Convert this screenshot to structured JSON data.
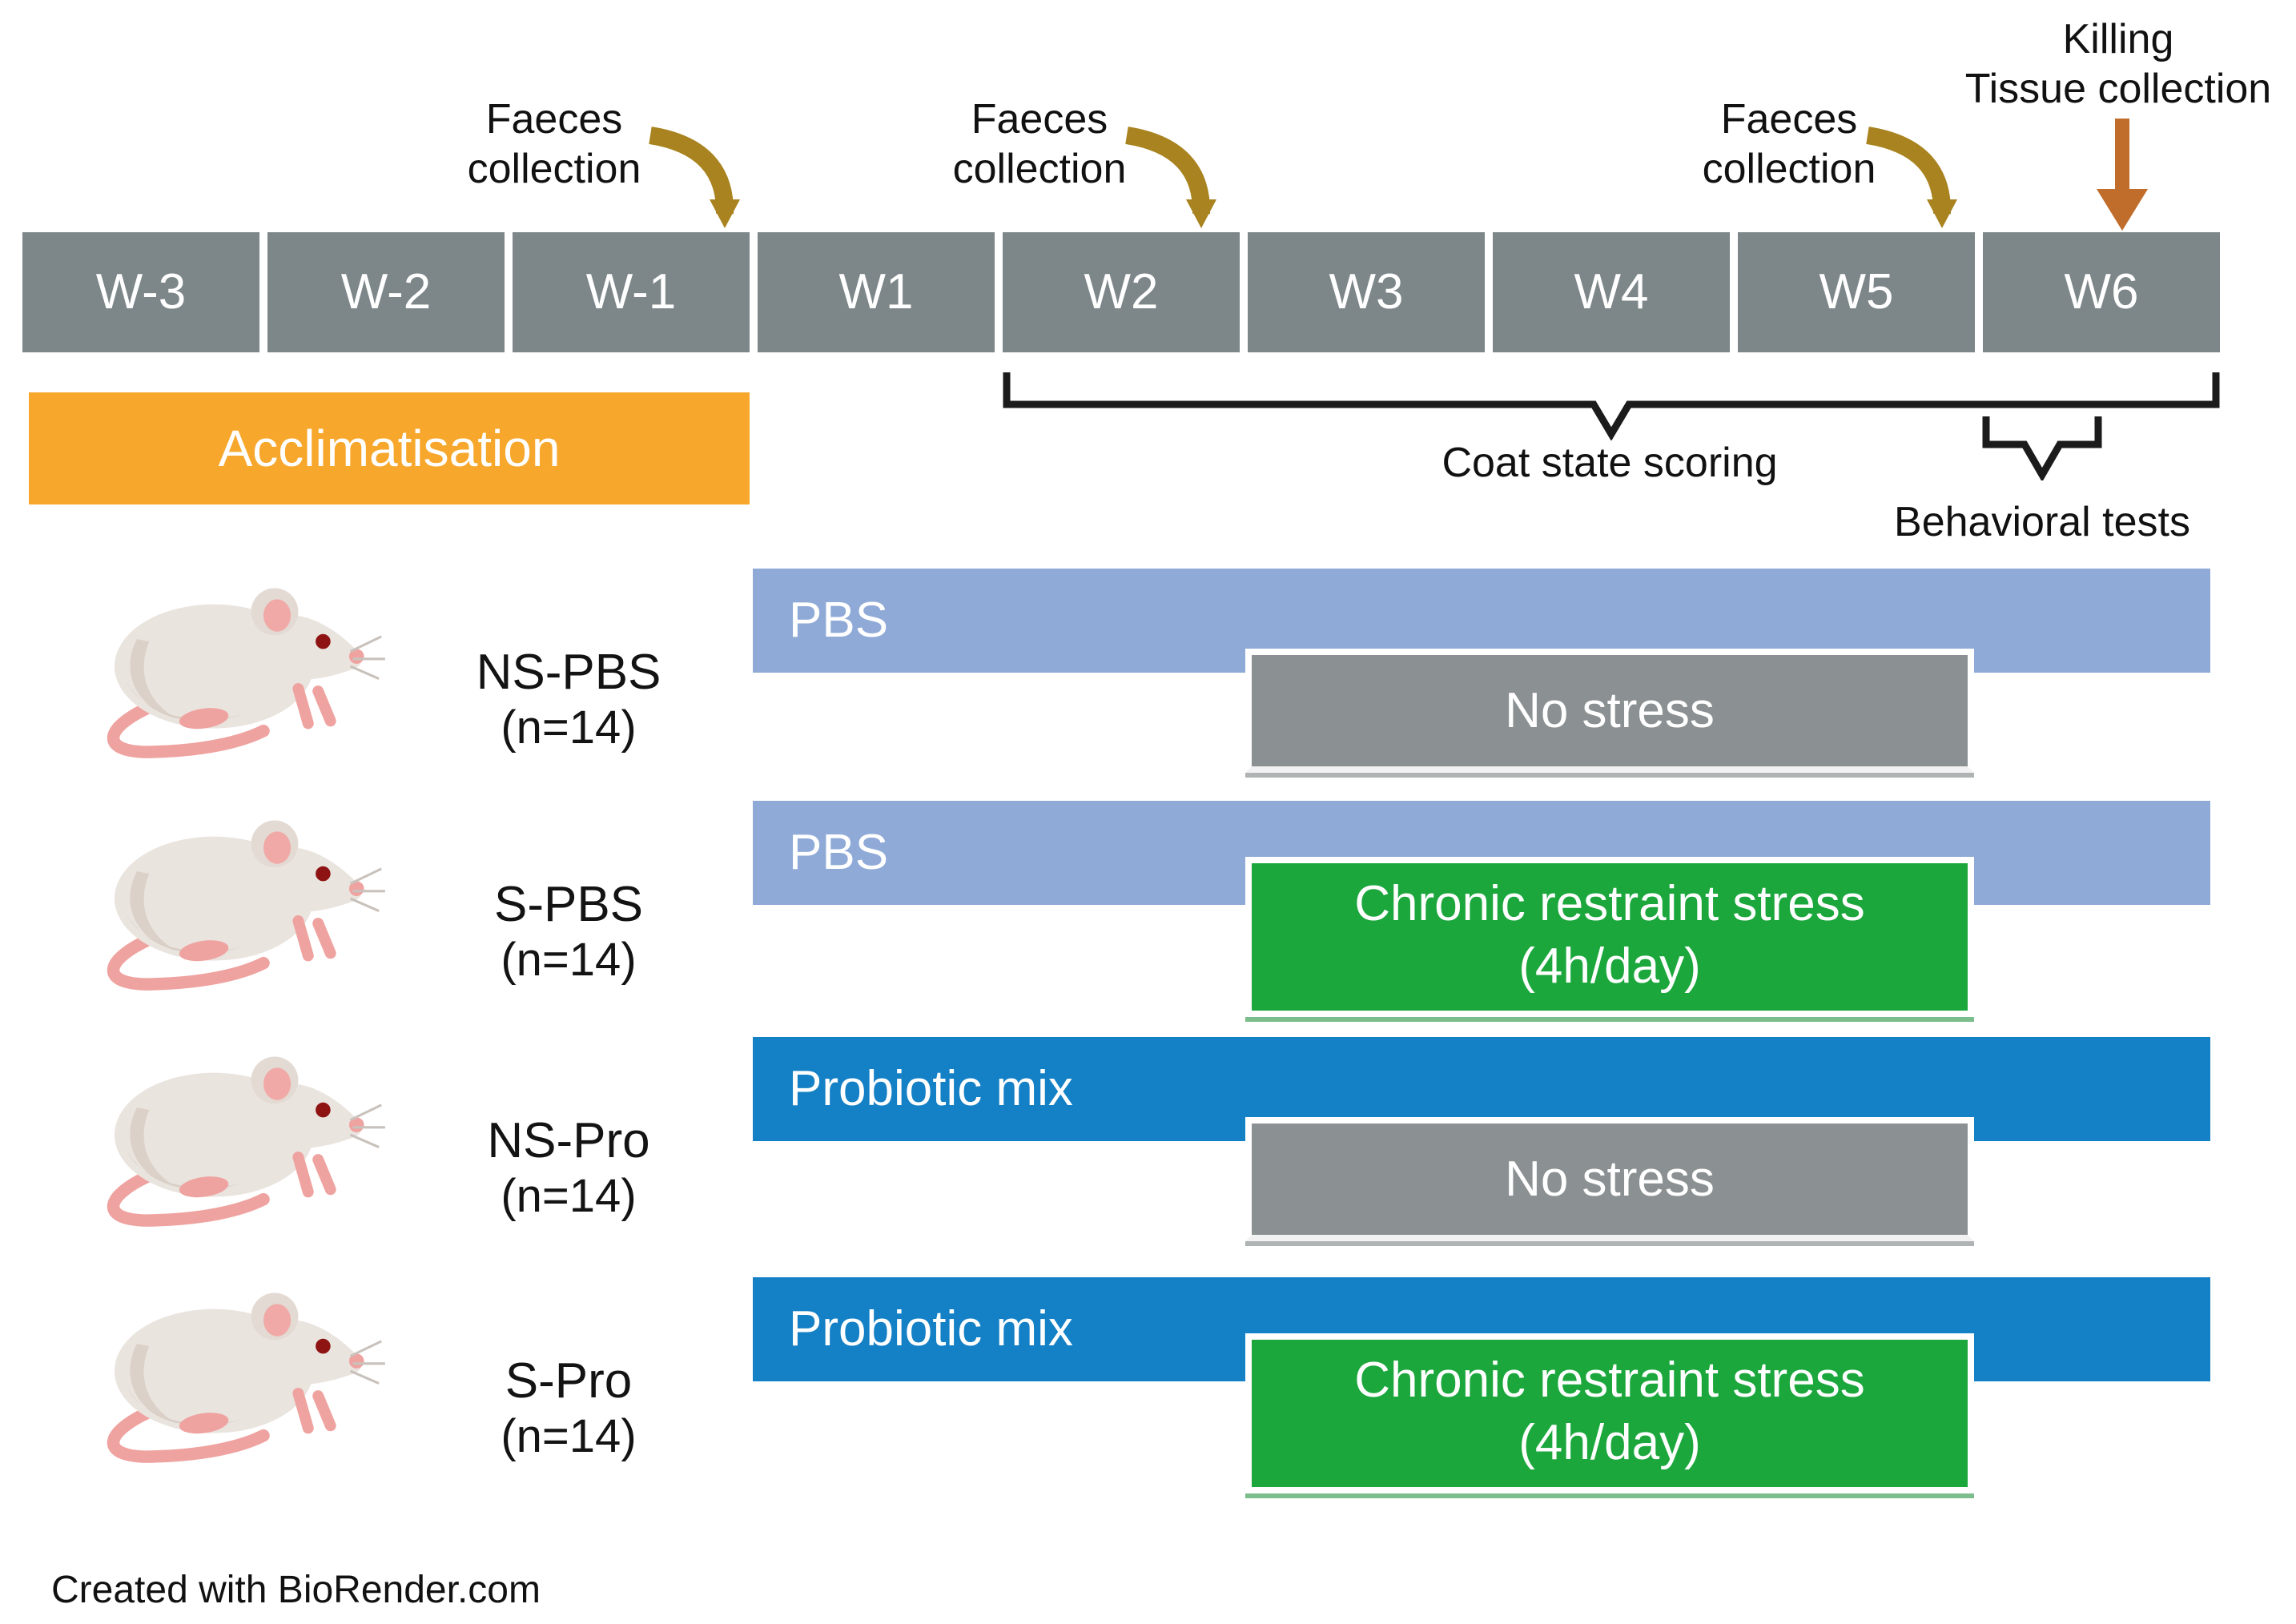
{
  "annotations": {
    "faeces_line1": "Faeces",
    "faeces_line2": "collection",
    "killing_line1": "Killing",
    "killing_line2": "Tissue collection",
    "coat_state_scoring": "Coat state scoring",
    "behavioral_tests": "Behavioral tests"
  },
  "timeline": {
    "weeks": [
      "W-3",
      "W-2",
      "W-1",
      "W1",
      "W2",
      "W3",
      "W4",
      "W5",
      "W6"
    ],
    "acclimatisation": "Acclimatisation"
  },
  "groups": [
    {
      "name": "NS-PBS",
      "n": "(n=14)",
      "treatment": "PBS",
      "stress": "No stress"
    },
    {
      "name": "S-PBS",
      "n": "(n=14)",
      "treatment": "PBS",
      "stress_line1": "Chronic restraint stress",
      "stress_line2": "(4h/day)"
    },
    {
      "name": "NS-Pro",
      "n": "(n=14)",
      "treatment": "Probiotic mix",
      "stress": "No stress"
    },
    {
      "name": "S-Pro",
      "n": "(n=14)",
      "treatment": "Probiotic mix",
      "stress_line1": "Chronic restraint stress",
      "stress_line2": "(4h/day)"
    }
  ],
  "footer": "Created with BioRender.com",
  "colors": {
    "week-gray": "#7D8689",
    "accl-orange": "#F7A82C",
    "pbs-blue": "#8FAAD7",
    "pro-blue": "#1480C5",
    "stress-gray": "#8B9192",
    "crs-green": "#1BA73C",
    "faeces-arrow": "#A8831F",
    "kill-arrow": "#C06C2A",
    "bracket": "#1B1B1B"
  }
}
